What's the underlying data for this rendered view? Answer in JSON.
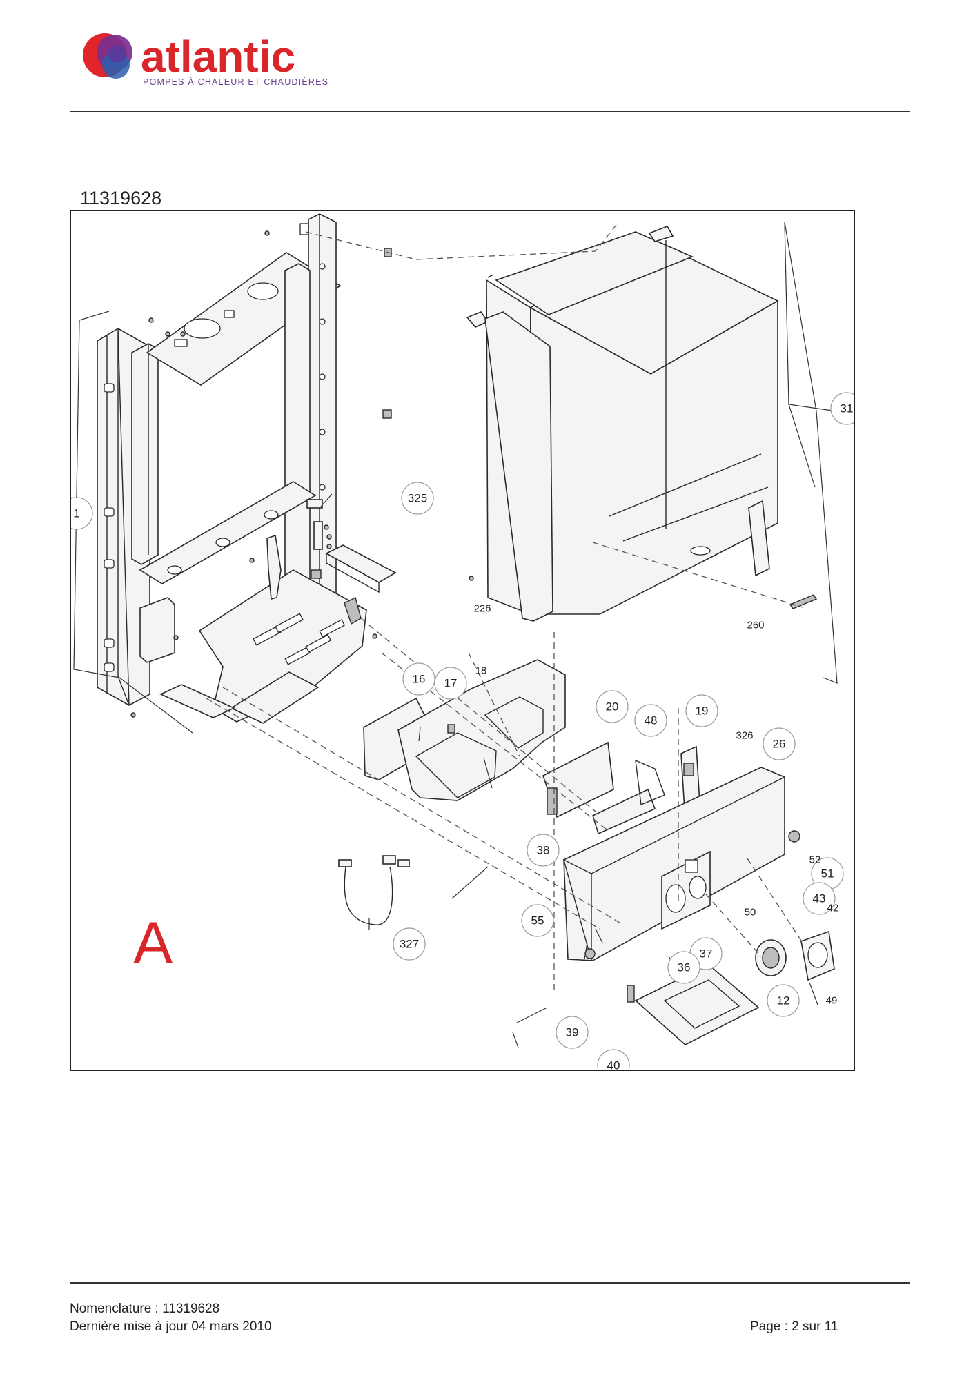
{
  "brand": {
    "name": "atlantic",
    "tagline": "POMPES À CHALEUR ET CHAUDIÈRES",
    "colors": {
      "wordmark": "#d9262b",
      "tagline": "#6a3d8f",
      "logo_red": "#e0262b",
      "logo_purple": "#7b2f8e",
      "logo_blue": "#2b5fae"
    }
  },
  "document": {
    "reference": "11319628"
  },
  "diagram": {
    "view_letter": "A",
    "view_letter_color": "#d9262b",
    "callouts": [
      "1",
      "31",
      "325",
      "226",
      "260",
      "16",
      "17",
      "20",
      "48",
      "19",
      "326",
      "26",
      "38",
      "51",
      "43",
      "55",
      "327",
      "37",
      "36",
      "12",
      "39",
      "40"
    ],
    "labels": [
      "18",
      "52",
      "42",
      "50",
      "49"
    ]
  },
  "footer": {
    "nomenclature": "Nomenclature : 11319628",
    "updated": "Dernière mise à jour 04 mars 2010",
    "page": "Page : 2 sur 11"
  }
}
